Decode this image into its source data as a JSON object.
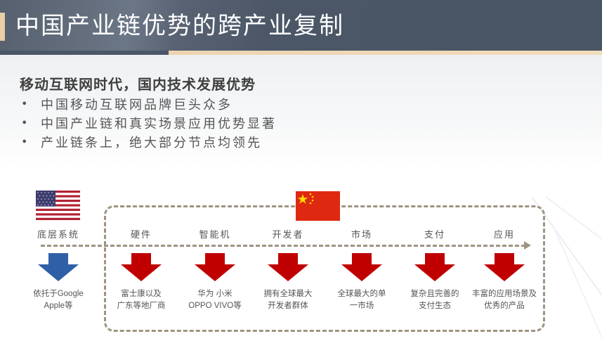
{
  "header": {
    "title": "中国产业链优势的跨产业复制"
  },
  "main": {
    "subtitle": "移动互联网时代，国内技术发展优势",
    "bullets": [
      "中国移动互联网品牌巨头众多",
      "中国产业链和真实场景应用优势显著",
      "产业链条上，绝大部分节点均领先"
    ]
  },
  "diagram": {
    "flags": {
      "us": "us-flag",
      "cn": "china-flag"
    },
    "colors": {
      "us_arrow": "#2f5fa6",
      "cn_arrow": "#c00000",
      "dash": "#9e9482",
      "cn_flag": "#de2910",
      "cn_star": "#ffde00"
    },
    "stages": [
      {
        "label": "底层系统",
        "desc_line1": "依托于Google",
        "desc_line2": "Apple等",
        "side": "us"
      },
      {
        "label": "硬件",
        "desc_line1": "富士康以及",
        "desc_line2": "广东等地厂商",
        "side": "cn"
      },
      {
        "label": "智能机",
        "desc_line1": "华为 小米",
        "desc_line2": "OPPO VIVO等",
        "side": "cn"
      },
      {
        "label": "开发者",
        "desc_line1": "拥有全球最大",
        "desc_line2": "开发者群体",
        "side": "cn"
      },
      {
        "label": "市场",
        "desc_line1": "全球最大的单",
        "desc_line2": "一市场",
        "side": "cn"
      },
      {
        "label": "支付",
        "desc_line1": "复杂且完善的",
        "desc_line2": "支付生态",
        "side": "cn"
      },
      {
        "label": "应用",
        "desc_line1": "丰富的应用场景及",
        "desc_line2": "优秀的产品",
        "side": "cn"
      }
    ]
  }
}
